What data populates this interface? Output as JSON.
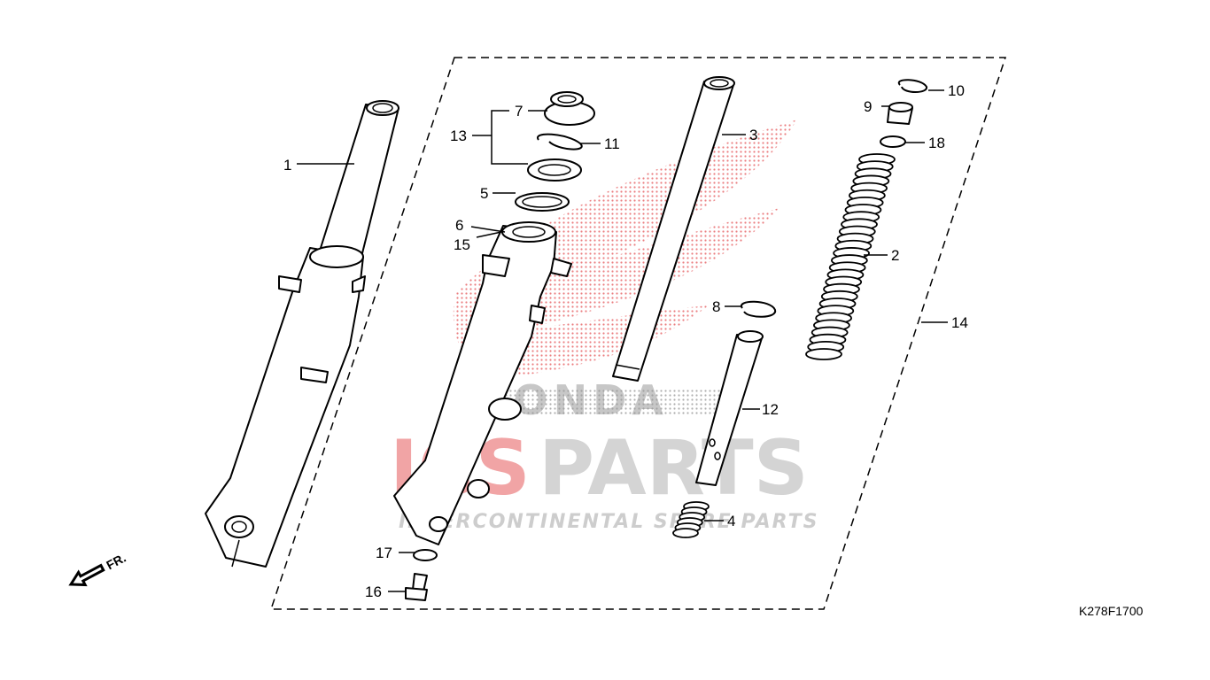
{
  "diagram": {
    "code": "K278F1700",
    "direction_label": "FR."
  },
  "watermark": {
    "brand_red": "ICS",
    "brand_grey": "PARTS",
    "tagline": "INTERCONTINENTAL SPARE PARTS",
    "honda_text": "HONDA",
    "color_red": "#e8686a",
    "color_grey": "#b8b8b8"
  },
  "callouts": [
    "1",
    "2",
    "3",
    "4",
    "5",
    "6",
    "7",
    "8",
    "9",
    "10",
    "11",
    "12",
    "13",
    "14",
    "15",
    "16",
    "17",
    "18"
  ]
}
